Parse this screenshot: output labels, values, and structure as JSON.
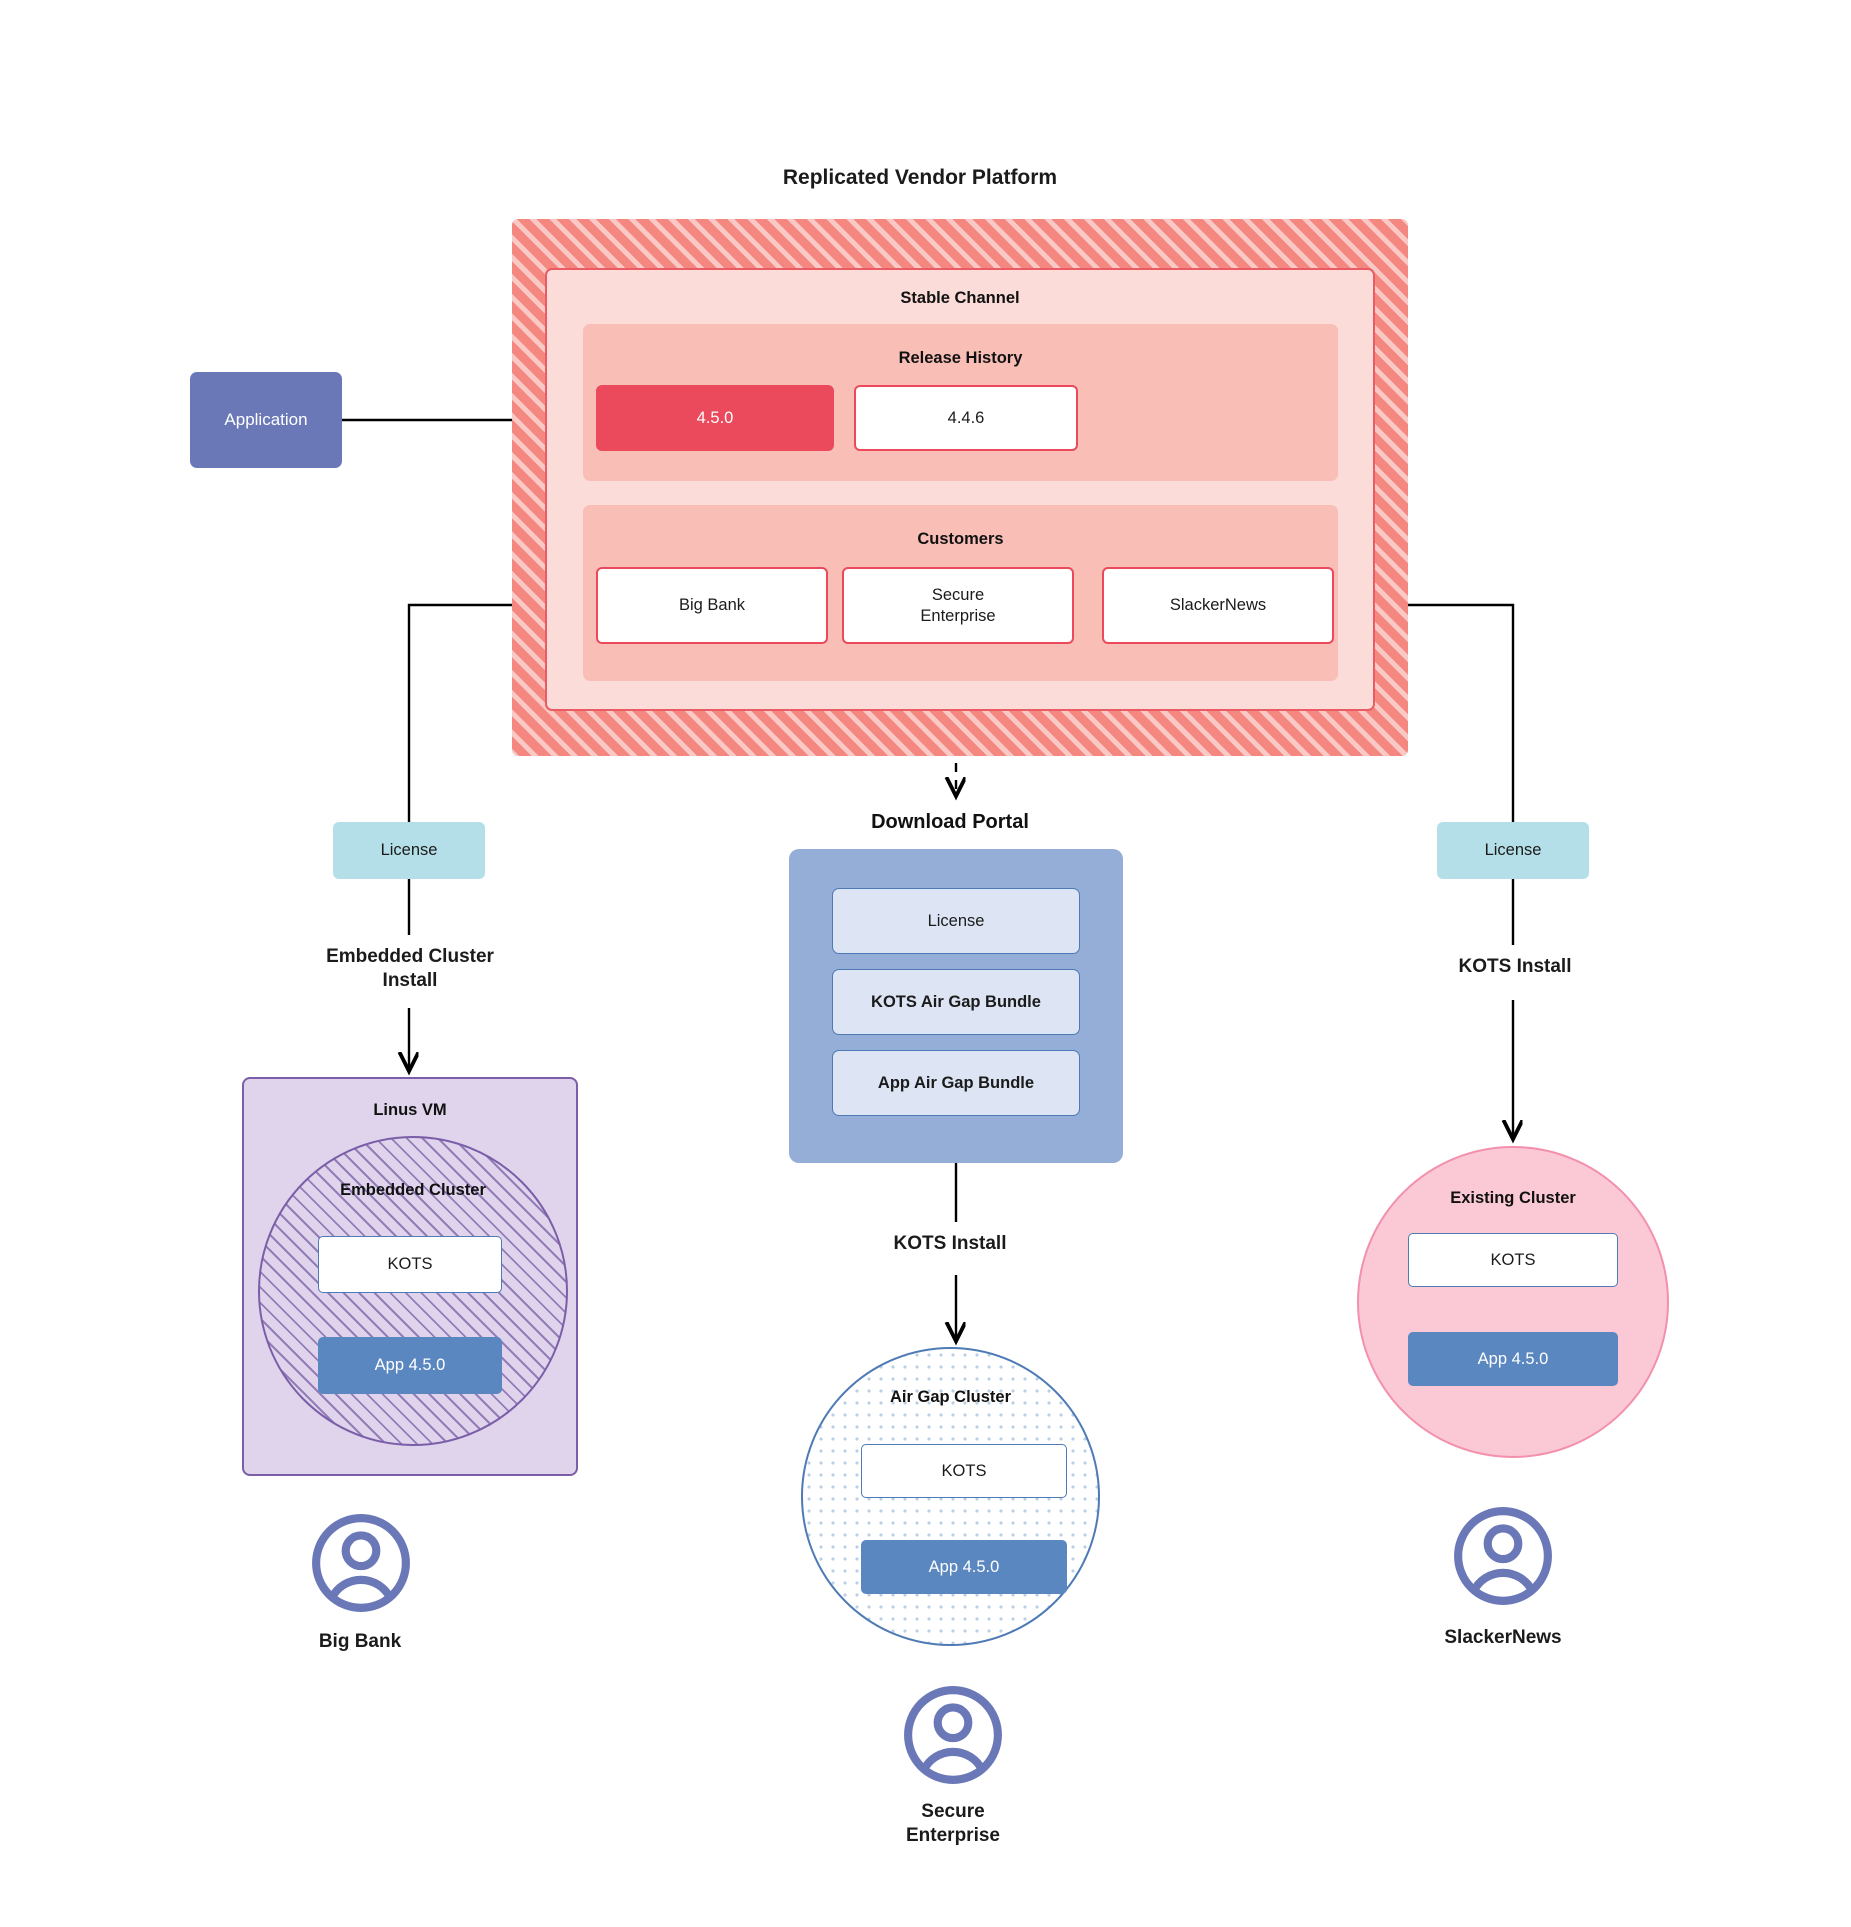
{
  "diagram": {
    "title": "Replicated Vendor Platform"
  },
  "application": {
    "label": "Application"
  },
  "platform": {
    "title": "Replicated Vendor Platform",
    "stable_channel": {
      "title": "Stable Channel"
    },
    "release_history": {
      "title": "Release History",
      "releases": [
        {
          "version": "4.5.0",
          "state": "current"
        },
        {
          "version": "4.4.6",
          "state": "previous"
        }
      ]
    },
    "customers": {
      "title": "Customers",
      "items": [
        {
          "name": "Big Bank"
        },
        {
          "name": "Secure\nEnterprise"
        },
        {
          "name": "SlackerNews"
        }
      ]
    }
  },
  "licenses": {
    "left_label": "License",
    "right_label": "License"
  },
  "flows": {
    "embedded_cluster_install": "Embedded Cluster\nInstall",
    "kots_install_right": "KOTS Install",
    "kots_install_middle": "KOTS Install"
  },
  "download_portal": {
    "title": "Download  Portal",
    "items": [
      {
        "label": "License"
      },
      {
        "label": "KOTS Air Gap Bundle"
      },
      {
        "label": "App Air Gap Bundle"
      }
    ]
  },
  "linux_vm": {
    "title": "Linus VM",
    "embedded_cluster": {
      "title": "Embedded Cluster",
      "kots": "KOTS",
      "app": "App 4.5.0"
    }
  },
  "air_gap_cluster": {
    "title": "Air Gap Cluster",
    "kots": "KOTS",
    "app": "App 4.5.0"
  },
  "existing_cluster": {
    "title": "Existing Cluster",
    "kots": "KOTS",
    "app": "App 4.5.0"
  },
  "personas": [
    {
      "name": "Big Bank"
    },
    {
      "name": "Secure\nEnterprise"
    },
    {
      "name": "SlackerNews"
    }
  ],
  "colors": {
    "platform_hatch": "#f48881",
    "stable_channel_bg": "#fbdcd8",
    "section_bg": "#f9bfb7",
    "release_accent": "#ea4a5b",
    "application": "#6a78b8",
    "license": "#b5dfe8",
    "portal": "#95aed8",
    "portal_item": "#dde4f4",
    "app_box": "#5b87c0",
    "kots_border": "#4e7ab5",
    "vm_bg": "#dfd4ec",
    "vm_border": "#7b5ea7",
    "existing_cluster_bg": "#fbc9d5",
    "existing_cluster_border": "#f390ad",
    "persona": "#6a78b8"
  }
}
